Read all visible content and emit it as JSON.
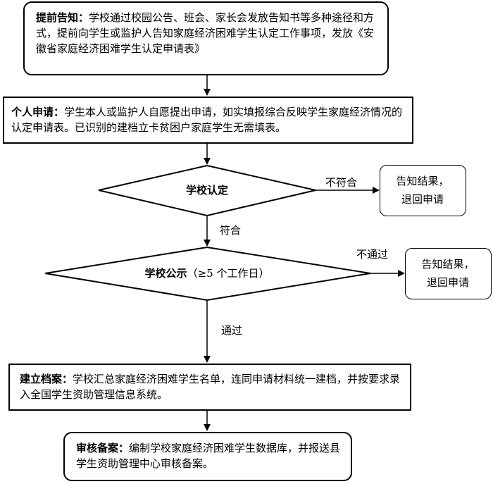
{
  "flow": {
    "notice": {
      "title": "提前告知",
      "body": "学校通过校园公告、班会、家长会发放告知书等多种途径和方式，提前向学生或监护人告知家庭经济困难学生认定工作事项，发放《安徽省家庭经济困难学生认定申请表》"
    },
    "apply": {
      "title": "个人申请",
      "body": "学生本人或监护人自愿提出申请，如实填报综合反映学生家庭经济情况的认定申请表。已识别的建档立卡贫困户家庭学生无需填表。"
    },
    "school_verify": {
      "title": "学校认定",
      "reject_label": "不符合",
      "accept_label": "符合"
    },
    "result1": {
      "line1": "告知结果，",
      "line2": "退回申请"
    },
    "publicity": {
      "title": "学校公示",
      "note": "（≥5 个工作日）",
      "reject_label": "不通过",
      "accept_label": "通过"
    },
    "result2": {
      "line1": "告知结果，",
      "line2": "退回申请"
    },
    "archive": {
      "title": "建立档案",
      "body": "学校汇总家庭经济困难学生名单，连同申请材料统一建档，并按要求录入全国学生资助管理信息系统。"
    },
    "review": {
      "title": "审核备案",
      "body": "编制学校家庭经济困难学生数据库，并报送县学生资助管理中心审核备案。"
    }
  }
}
